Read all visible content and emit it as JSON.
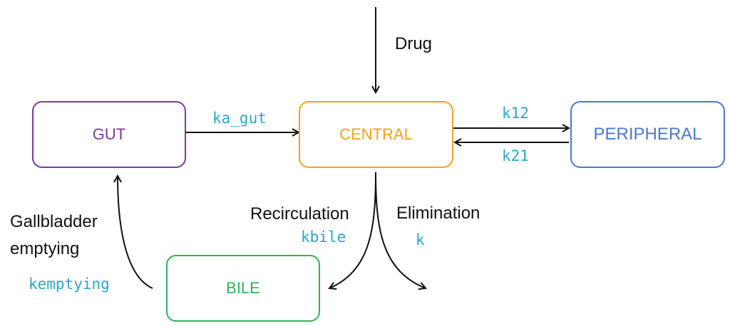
{
  "compartments": {
    "gut": {
      "label": "GUT",
      "color": "#7b3aa5"
    },
    "central": {
      "label": "CENTRAL",
      "color": "#f2a21e"
    },
    "peripheral": {
      "label": "PERIPHERAL",
      "color": "#4a7ac9"
    },
    "bile": {
      "label": "BILE",
      "color": "#2fb35a"
    }
  },
  "labels": {
    "drug": "Drug",
    "recirculation": "Recirculation",
    "elimination": "Elimination",
    "gallbladder_line1": "Gallbladder",
    "gallbladder_line2": "emptying"
  },
  "rates": {
    "ka_gut": "ka_gut",
    "k12": "k12",
    "k21": "k21",
    "kbile": "kbile",
    "k": "k",
    "kemptying": "kemptying"
  },
  "colors": {
    "rate_text": "#2aa6c8",
    "arrow": "#111111"
  }
}
